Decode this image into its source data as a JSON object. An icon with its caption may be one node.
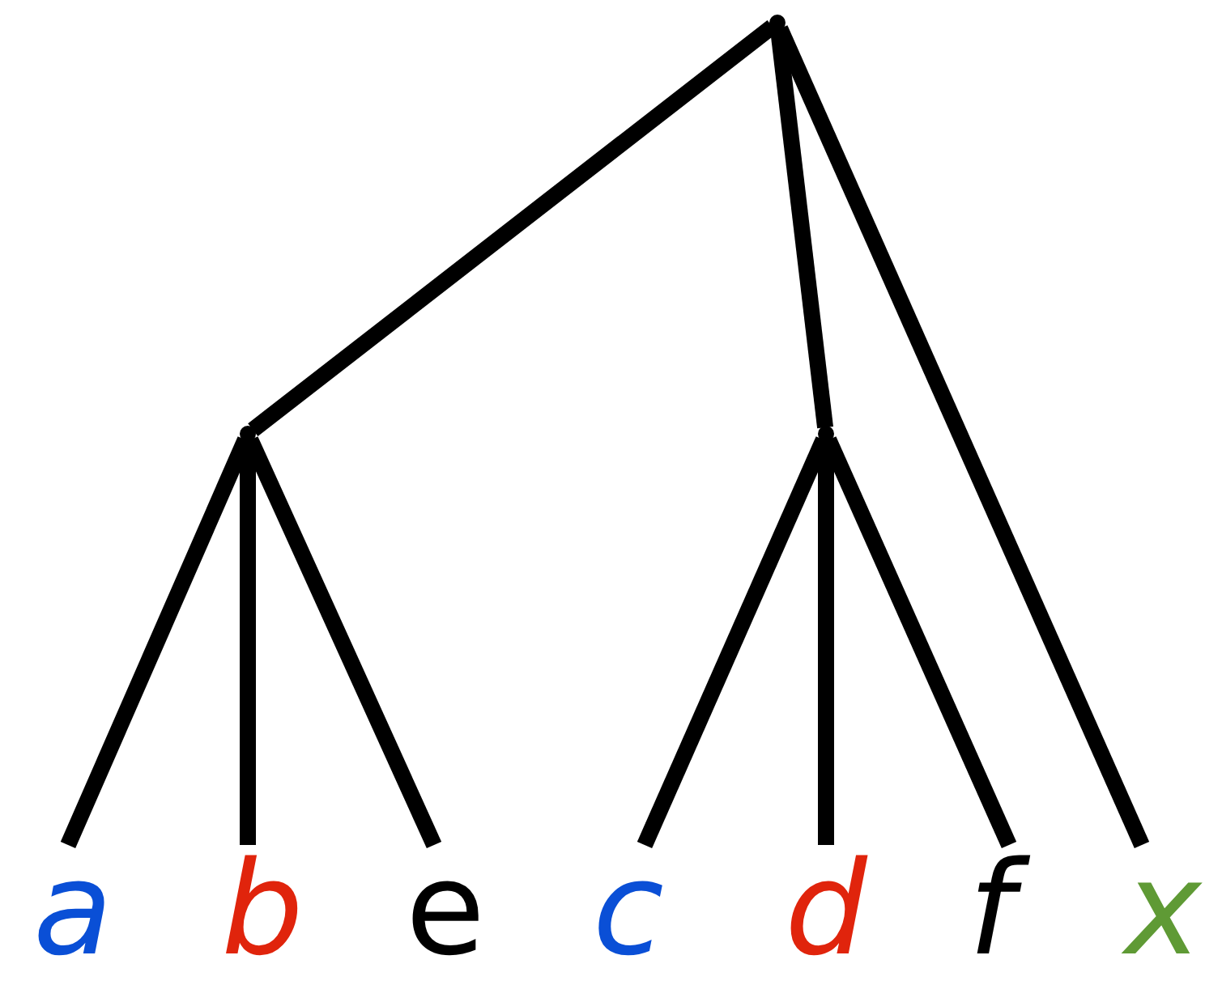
{
  "diagram": {
    "nodes": [
      {
        "text": [],
        "shape": "point"
      },
      {
        "text": [],
        "shape": "point"
      },
      {
        "text": [],
        "shape": "point"
      },
      {
        "text": [
          "a"
        ]
      },
      {
        "text": [
          "b"
        ]
      },
      {
        "text": [
          "e"
        ]
      },
      {
        "text": [
          "c"
        ]
      },
      {
        "text": [
          "d"
        ]
      },
      {
        "text": [
          "f"
        ]
      },
      {
        "text": [
          "x"
        ]
      }
    ],
    "edges": [
      {
        "from": 0,
        "to": 1,
        "arrow": "none"
      },
      {
        "from": 0,
        "to": 2,
        "arrow": "none"
      },
      {
        "from": 0,
        "to": 9,
        "arrow": "none"
      },
      {
        "from": 1,
        "to": 3,
        "arrow": "none"
      },
      {
        "from": 1,
        "to": 4,
        "arrow": "none"
      },
      {
        "from": 1,
        "to": 5,
        "arrow": "none"
      },
      {
        "from": 2,
        "to": 6,
        "arrow": "none"
      },
      {
        "from": 2,
        "to": 7,
        "arrow": "none"
      },
      {
        "from": 2,
        "to": 8,
        "arrow": "none"
      }
    ]
  }
}
